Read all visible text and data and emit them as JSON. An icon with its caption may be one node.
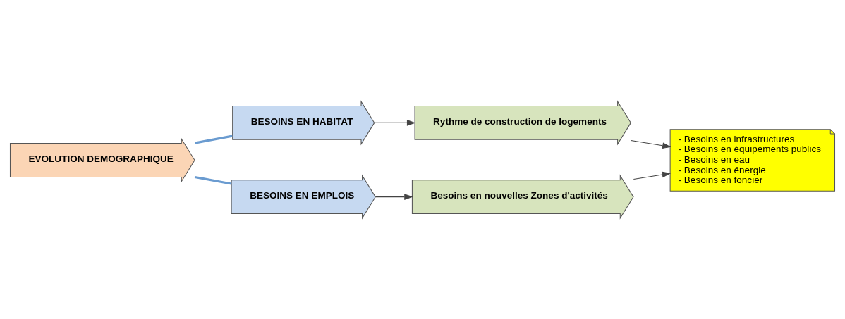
{
  "diagram": {
    "nodes": [
      {
        "text": [
          "EVOLUTION DEMOGRAPHIQUE"
        ]
      },
      {
        "text": [
          "BESOINS EN HABITAT"
        ]
      },
      {
        "text": [
          "Rythme de construction de logements"
        ]
      },
      {
        "text": [
          "BESOINS EN EMPLOIS"
        ]
      },
      {
        "text": [
          "Besoins en nouvelles Zones d'activités"
        ]
      },
      {
        "text": [
          "- Besoins en infrastructures",
          "- Besoins en équipements publics",
          "- Besoins en eau",
          "- Besoins en énergie",
          "- Besoins en foncier"
        ]
      }
    ],
    "edges": [
      {
        "from": 0,
        "to": 1,
        "arrow": "none",
        "style": "thick",
        "color": "#6a9bd0"
      },
      {
        "from": 0,
        "to": 3,
        "arrow": "none",
        "style": "thick",
        "color": "#6a9bd0"
      },
      {
        "from": 1,
        "to": 2,
        "arrow": "to"
      },
      {
        "from": 2,
        "to": 5,
        "arrow": "to"
      },
      {
        "from": 3,
        "to": 4,
        "arrow": "to"
      },
      {
        "from": 4,
        "to": 5,
        "arrow": "to"
      }
    ]
  }
}
